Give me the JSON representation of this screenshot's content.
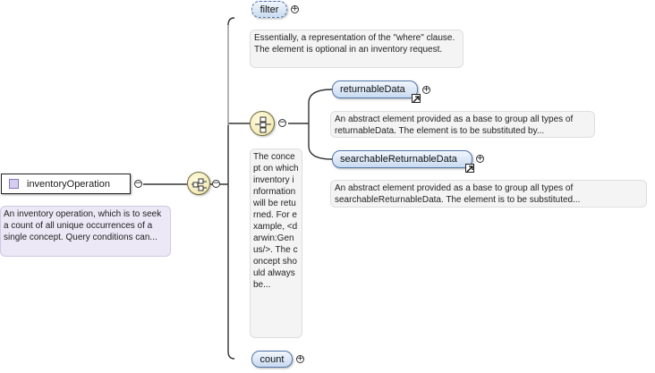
{
  "root": {
    "label": "inventoryOperation",
    "doc": "An inventory operation, which is to seek a count of all unique occurrences of a single concept. Query conditions can..."
  },
  "elements": {
    "filter": {
      "label": "filter",
      "doc": "Essentially, a representation of the \"where\" clause. The element is optional in an inventory request."
    },
    "returnableData": {
      "label": "returnableData",
      "doc": "An abstract element provided as a base to group all types of returnableData. The element is to be substituted by..."
    },
    "searchableReturnableData": {
      "label": "searchableReturnableData",
      "doc": "An abstract element provided as a base to group all types of searchableReturnableData. The element is to be substituted..."
    },
    "concept_doc": "The concept on which inventory information will be returned. For example, <darwin:Genus/>. The concept should always be...",
    "count": {
      "label": "count"
    }
  },
  "icons": {
    "expand": "plus-circle-icon",
    "collapse": "minus-circle-icon",
    "sequence": "sequence-compositor-icon",
    "choice": "choice-compositor-icon",
    "reference": "reference-arrow-icon"
  },
  "colors": {
    "pill_top": "#f1f6fd",
    "pill_bottom": "#c9dbf1",
    "pill_border": "#5577aa",
    "compositor": "#efe4a6",
    "root_square": "#d6cef0"
  }
}
